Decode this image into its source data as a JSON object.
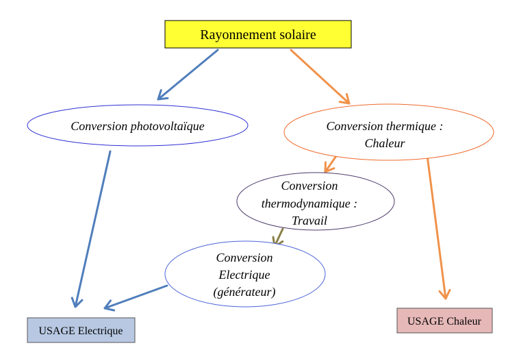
{
  "diagram": {
    "root": {
      "label": "Rayonnement solaire",
      "fill": "#ffff33",
      "stroke": "#000000"
    },
    "photovoltaique": {
      "label": "Conversion photovoltaïque",
      "stroke": "#2e2ed4"
    },
    "thermique": {
      "line1": "Conversion thermique :",
      "line2": "Chaleur",
      "stroke": "#ee6a2c"
    },
    "thermodynamique": {
      "line1": "Conversion",
      "line2": "thermodynamique :",
      "line3": "Travail",
      "stroke": "#4b3a6a"
    },
    "electrique": {
      "line1": "Conversion",
      "line2": "Electrique",
      "line3": "(générateur)",
      "stroke": "#4a62d9"
    },
    "usage_electrique": {
      "label": "USAGE Electrique",
      "fill": "#b8c8e2",
      "stroke": "#555555"
    },
    "usage_chaleur": {
      "label": "USAGE Chaleur",
      "fill": "#e6b8b8",
      "stroke": "#555555"
    },
    "arrow_colors": {
      "blue": "#4f7ebb",
      "orange": "#f0924a",
      "olive": "#8c8048"
    }
  }
}
